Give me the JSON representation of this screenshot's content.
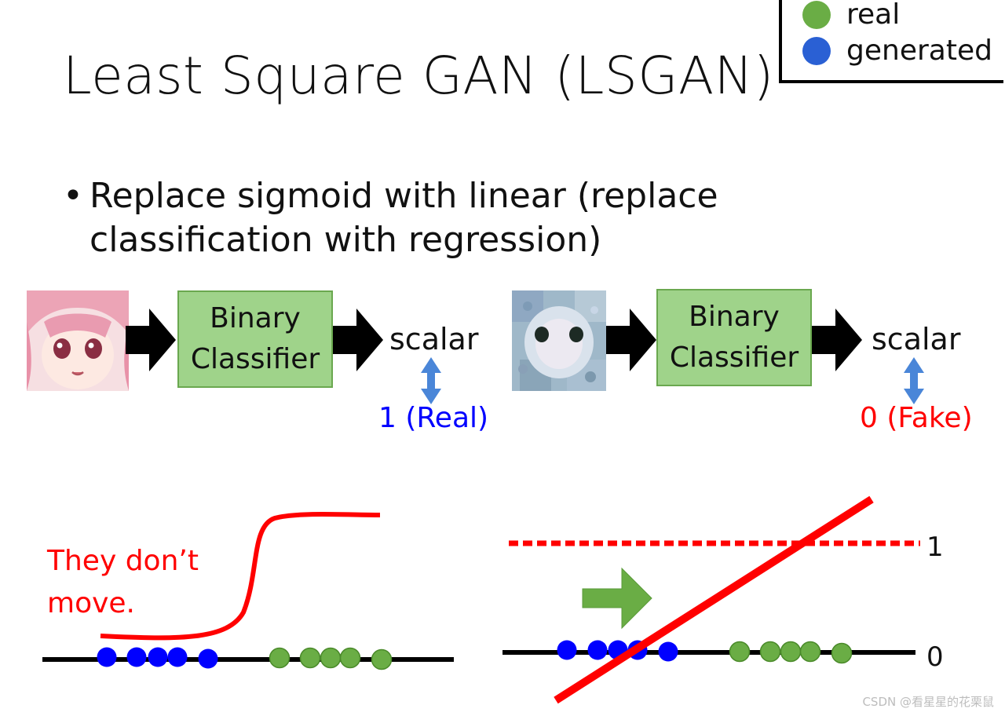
{
  "title": "Least Square GAN (LSGAN)",
  "legend": {
    "real_label": "real",
    "generated_label": "generated",
    "real_color": "#6aad45",
    "generated_color": "#2a60d4"
  },
  "bullet": {
    "marker": "•",
    "text": "Replace sigmoid with linear (replace classification with regression)"
  },
  "left_pipeline": {
    "input_image": "anime-face-image",
    "classifier_line1": "Binary",
    "classifier_line2": "Classifier",
    "output_label": "scalar",
    "target_label": "1 (Real)",
    "target_color": "#0000ff"
  },
  "right_pipeline": {
    "input_image": "generated-noisy-face-image",
    "classifier_line1": "Binary",
    "classifier_line2": "Classifier",
    "output_label": "scalar",
    "target_label": "0 (Fake)",
    "target_color": "#ff0000"
  },
  "left_plot": {
    "caption": "They don’t move.",
    "generated_points": 5,
    "real_points": 5
  },
  "right_plot": {
    "tick_1": "1",
    "tick_0": "0",
    "generated_points": 5,
    "real_points": 5
  },
  "watermark": "CSDN @看星星的花栗鼠"
}
